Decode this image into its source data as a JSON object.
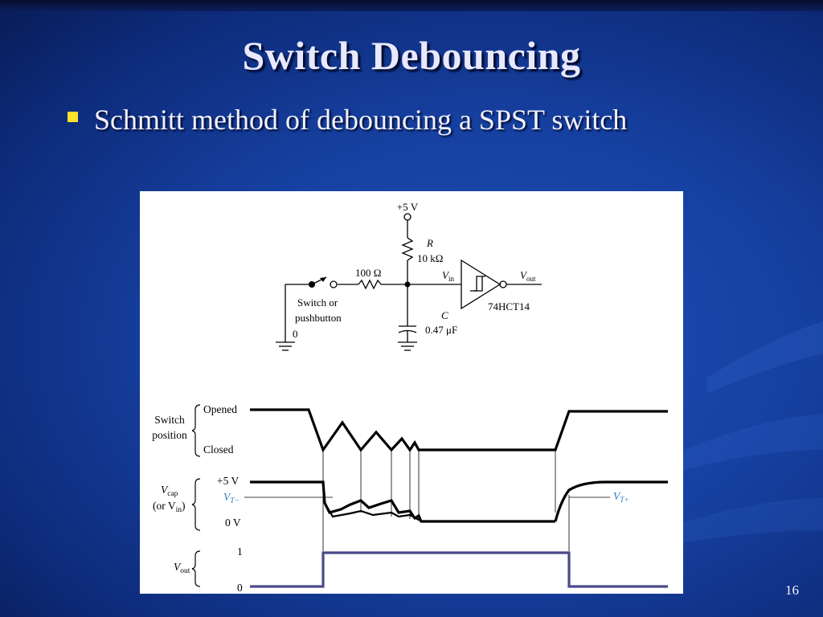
{
  "slide": {
    "title": "Switch Debouncing",
    "bullet": "Schmitt method of debouncing a SPST switch",
    "page_number": "16"
  },
  "circuit": {
    "supply": "+5 V",
    "r_name": "R",
    "r_value": "10 kΩ",
    "r_series": "100 Ω",
    "switch_label_1": "Switch or",
    "switch_label_2": "pushbutton",
    "ground_zero": "0",
    "c_name": "C",
    "c_value": "0.47 μF",
    "vin": "V",
    "vin_sub": "in",
    "vout": "V",
    "vout_sub": "out",
    "ic": "74HCT14"
  },
  "timing": {
    "switch_label_1": "Switch",
    "switch_label_2": "position",
    "opened": "Opened",
    "closed": "Closed",
    "vcap_main": "V",
    "vcap_sub": "cap",
    "vcap_or": "(or V",
    "vcap_or_sub": "in",
    "vcap_close": ")",
    "plus5": "+5 V",
    "zero_v": "0 V",
    "vt_minus": "V",
    "vt_minus_sub": "T−",
    "vt_plus": "V",
    "vt_plus_sub": "T+",
    "vout_main": "V",
    "vout_sub": "out",
    "one": "1",
    "zero": "0"
  },
  "colors": {
    "background": "#1640a0",
    "title": "#e8e8ff",
    "bullet": "#ffe02a",
    "threshold": "#2a7fc0",
    "vout_trace": "#4a4a8a"
  }
}
